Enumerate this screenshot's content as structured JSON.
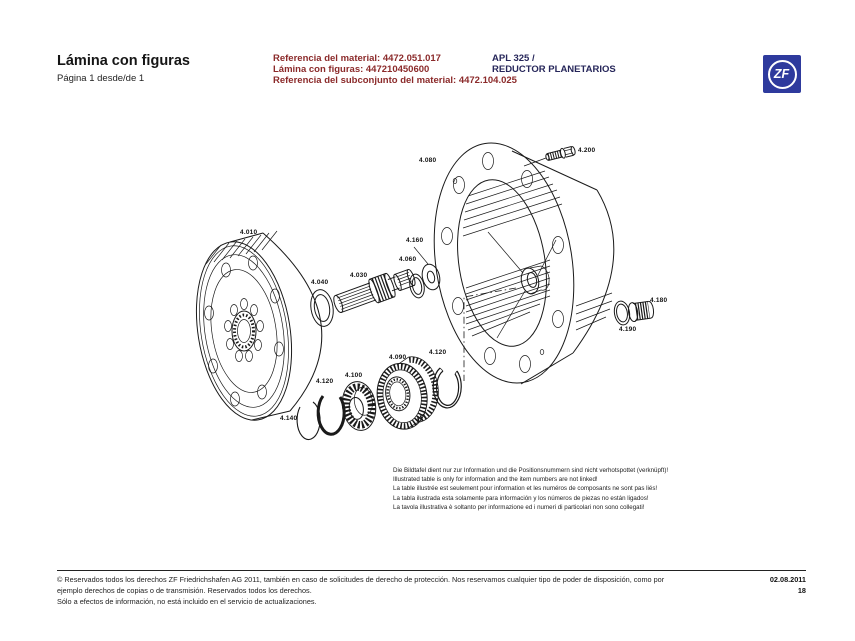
{
  "header": {
    "title": "Lámina con figuras",
    "subtitle": "Página 1 desde/de 1",
    "references": [
      "Referencia del material: 4472.051.017",
      "Lámina con figuras: 447210450600",
      "Referencia del subconjunto del material: 4472.104.025"
    ],
    "model": [
      "APL 325 /",
      "REDUCTOR PLANETARIOS"
    ],
    "logo": {
      "text": "ZF",
      "color": "#2e3a9d"
    },
    "colors": {
      "reference_text": "#8b2a2a",
      "model_text": "#26265a"
    }
  },
  "diagram": {
    "callouts": [
      {
        "label": "4.080"
      },
      {
        "label": "4.200"
      },
      {
        "label": "4.010"
      },
      {
        "label": "4.160"
      },
      {
        "label": "4.060"
      },
      {
        "label": "4.030"
      },
      {
        "label": "4.040"
      },
      {
        "label": "4.180"
      },
      {
        "label": "4.190"
      },
      {
        "label": "4.120"
      },
      {
        "label": "4.090"
      },
      {
        "label": "4.100"
      },
      {
        "label": "4.120"
      },
      {
        "label": "4.140"
      }
    ]
  },
  "notes": {
    "lines": [
      "Die Bildtafel dient nur zur Information und die Positionsnummern sind nicht verhotspottet (verknüpft)!",
      "Illustrated table is only for information and the item numbers are not linked!",
      "La table illustrée est seulement pour information et les numéros de composants ne sont pas liés!",
      "La tabla ilustrada esta solamente para información y los números de piezas no están ligados!",
      "La tavola illustrativa è soltanto per informazione ed i numeri di particolari non sono collegati!"
    ]
  },
  "footer": {
    "lines": [
      "© Reservados todos los derechos ZF Friedrichshafen AG 2011, también en caso de solicitudes de derecho de protección. Nos reservamos cualquier tipo de poder de disposición, como por",
      "ejemplo derechos de copias o de transmisión. Reservados todos los derechos.",
      "Sólo a efectos de información, no está incluido en el servicio de actualizaciones."
    ],
    "date": "02.08.2011",
    "page_number": "18"
  }
}
